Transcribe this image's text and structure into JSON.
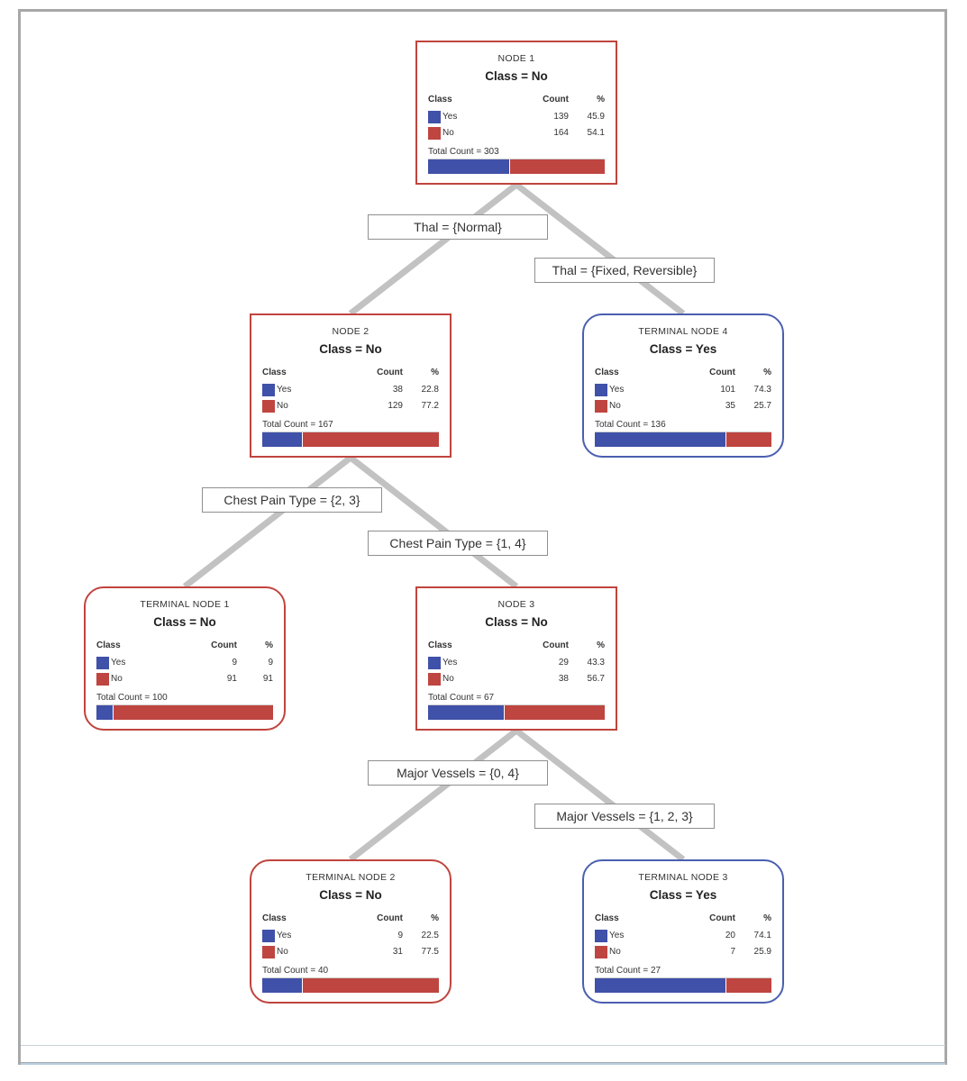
{
  "colors": {
    "yes": "#3f51a8",
    "no": "#bf4540",
    "edge": "#c2c2c2",
    "node_no_border": "#c0443d",
    "node_yes_border": "#4a5fb0"
  },
  "headers": {
    "class": "Class",
    "count": "Count",
    "pct": "%"
  },
  "nodes": [
    {
      "id": "node1",
      "title": "NODE 1",
      "class_label": "Class = No",
      "predicted": "No",
      "rounded": false,
      "rows": [
        {
          "label": "Yes",
          "count": "139",
          "pct": "45.9"
        },
        {
          "label": "No",
          "count": "164",
          "pct": "54.1"
        }
      ],
      "total": "Total Count = 303",
      "yes_fraction": 0.459
    },
    {
      "id": "node2",
      "title": "NODE 2",
      "class_label": "Class = No",
      "predicted": "No",
      "rounded": false,
      "rows": [
        {
          "label": "Yes",
          "count": "38",
          "pct": "22.8"
        },
        {
          "label": "No",
          "count": "129",
          "pct": "77.2"
        }
      ],
      "total": "Total Count = 167",
      "yes_fraction": 0.228
    },
    {
      "id": "terminal4",
      "title": "TERMINAL NODE 4",
      "class_label": "Class = Yes",
      "predicted": "Yes",
      "rounded": true,
      "rows": [
        {
          "label": "Yes",
          "count": "101",
          "pct": "74.3"
        },
        {
          "label": "No",
          "count": "35",
          "pct": "25.7"
        }
      ],
      "total": "Total Count = 136",
      "yes_fraction": 0.743
    },
    {
      "id": "terminal1",
      "title": "TERMINAL NODE 1",
      "class_label": "Class = No",
      "predicted": "No",
      "rounded": true,
      "rows": [
        {
          "label": "Yes",
          "count": "9",
          "pct": "9"
        },
        {
          "label": "No",
          "count": "91",
          "pct": "91"
        }
      ],
      "total": "Total Count = 100",
      "yes_fraction": 0.09
    },
    {
      "id": "node3",
      "title": "NODE 3",
      "class_label": "Class = No",
      "predicted": "No",
      "rounded": false,
      "rows": [
        {
          "label": "Yes",
          "count": "29",
          "pct": "43.3"
        },
        {
          "label": "No",
          "count": "38",
          "pct": "56.7"
        }
      ],
      "total": "Total Count = 67",
      "yes_fraction": 0.433
    },
    {
      "id": "terminal2",
      "title": "TERMINAL NODE 2",
      "class_label": "Class = No",
      "predicted": "No",
      "rounded": true,
      "rows": [
        {
          "label": "Yes",
          "count": "9",
          "pct": "22.5"
        },
        {
          "label": "No",
          "count": "31",
          "pct": "77.5"
        }
      ],
      "total": "Total Count = 40",
      "yes_fraction": 0.225
    },
    {
      "id": "terminal3",
      "title": "TERMINAL NODE 3",
      "class_label": "Class = Yes",
      "predicted": "Yes",
      "rounded": true,
      "rows": [
        {
          "label": "Yes",
          "count": "20",
          "pct": "74.1"
        },
        {
          "label": "No",
          "count": "7",
          "pct": "25.9"
        }
      ],
      "total": "Total Count = 27",
      "yes_fraction": 0.741
    }
  ],
  "splits": [
    {
      "id": "split-node1-left",
      "label": "Thal = {Normal}"
    },
    {
      "id": "split-node1-right",
      "label": "Thal = {Fixed, Reversible}"
    },
    {
      "id": "split-node2-left",
      "label": "Chest Pain Type = {2, 3}"
    },
    {
      "id": "split-node2-right",
      "label": "Chest Pain Type = {1, 4}"
    },
    {
      "id": "split-node3-left",
      "label": "Major Vessels = {0, 4}"
    },
    {
      "id": "split-node3-right",
      "label": "Major Vessels = {1, 2, 3}"
    }
  ]
}
